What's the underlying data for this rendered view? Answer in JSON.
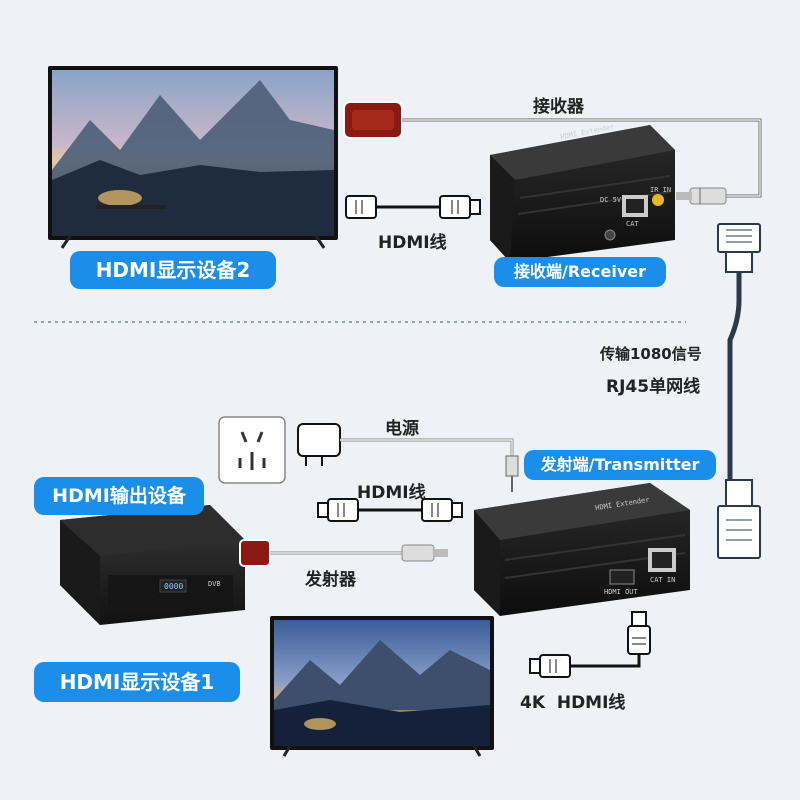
{
  "labels": {
    "receiver": "接收器",
    "hdmi_cable_top": "HDMI线",
    "receiver_tag": "接收端/Receiver",
    "display2": "HDMI显示设备2",
    "transmission_line1": "传输1080信号",
    "transmission_line2": "RJ45单网线",
    "power": "电源",
    "transmitter_tag": "发射端/Transmitter",
    "hdmi_cable_mid": "HDMI线",
    "source_device": "HDMI输出设备",
    "transmitter": "发射器",
    "display1": "HDMI显示设备1",
    "hdmi_4k_cable": "4K  HDMI线"
  },
  "device_text": {
    "extender_name": "HDMI Extender",
    "dc_port": "DC 5V",
    "cat_port": "CAT",
    "ir_port": "IR IN",
    "hdmi_out_port": "HDMI OUT",
    "cat_in_port": "CAT IN",
    "stb_display": "0000",
    "stb_brand": "DVB"
  },
  "colors": {
    "accent_blue": "#1a8ee8",
    "cable_dark": "#2a3a4a",
    "ir_red": "#8b1a12",
    "divider": "#7a8a99"
  },
  "icons": [
    "tv-icon",
    "ir-receiver-icon",
    "extender-box-icon",
    "hdmi-plug-icon",
    "audio-jack-icon",
    "rj45-plug-icon",
    "wall-socket-icon",
    "power-adapter-icon",
    "set-top-box-icon"
  ]
}
